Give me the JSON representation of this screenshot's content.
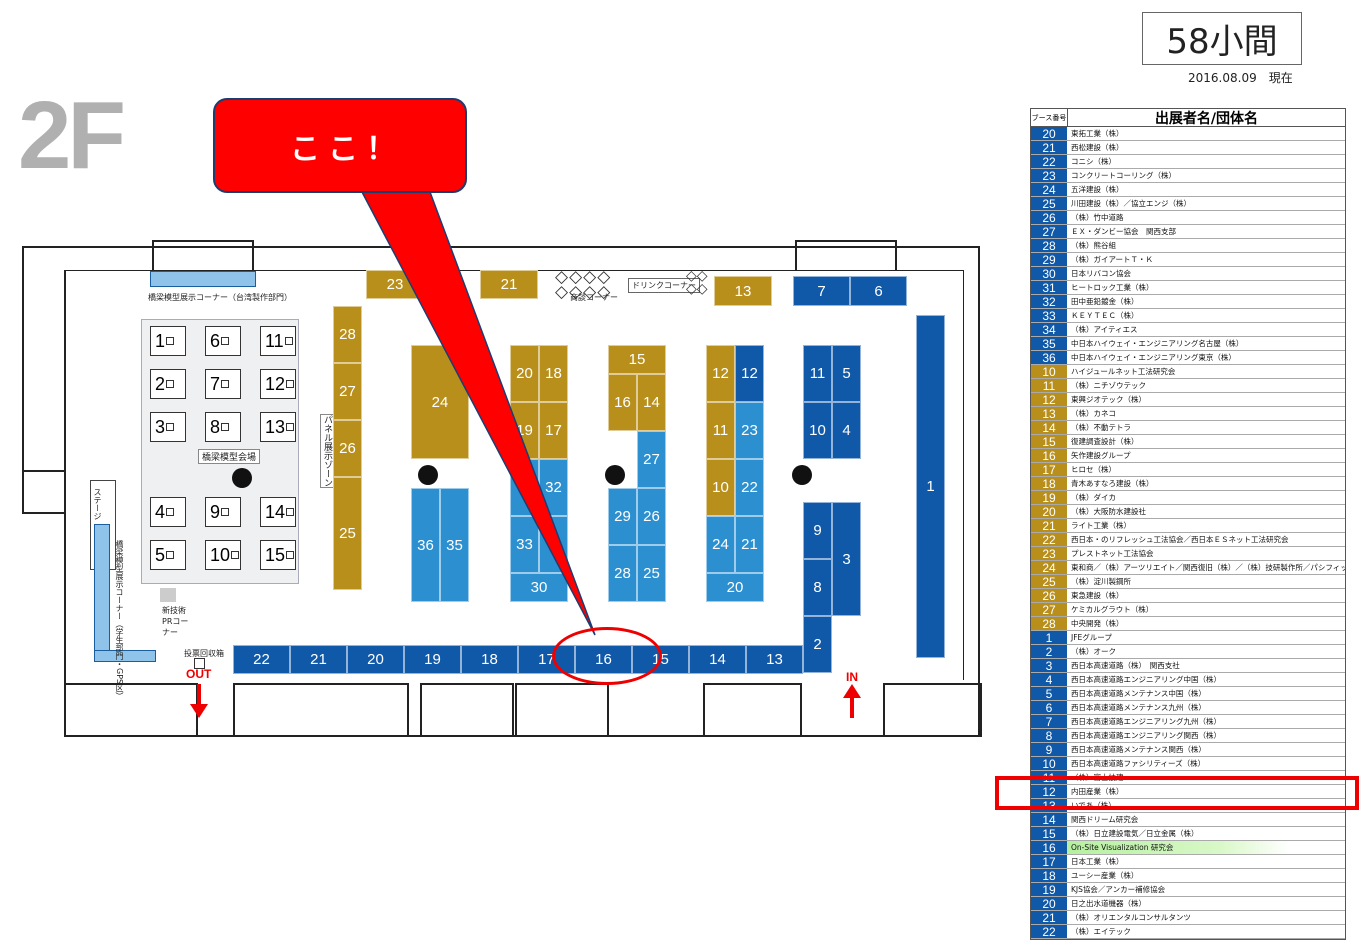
{
  "header": {
    "booth_count": "58小間",
    "date": "2016.08.09　現在",
    "floor": "2F"
  },
  "callout": {
    "text": "ここ！"
  },
  "zones": {
    "bridge_model_corner": "橋梁模型展示コーナー（台湾製作部門）",
    "bridge_venue": "橋梁模型会場",
    "panel_zone": "パネル展示ゾーン",
    "stage": "ステージ",
    "drink_corner": "ドリンクコーナー",
    "meeting_corner": "商談コーナー",
    "pr_corner": "新技術PRコーナー",
    "bridge_corner2": "橋梁模型展示コーナー（学生部門・GPS区）",
    "ballot": "投票回収箱",
    "out": "OUT",
    "in": "IN"
  },
  "exhibits": [
    "1",
    "6",
    "11",
    "2",
    "7",
    "12",
    "3",
    "8",
    "13",
    "4",
    "9",
    "14",
    "5",
    "10",
    "15"
  ],
  "booths": {
    "g23": "23",
    "g21": "21",
    "g13": "13",
    "b7": "7",
    "b6": "6",
    "g28": "28",
    "g27": "27",
    "g26": "26",
    "g25": "25",
    "g24": "24",
    "g20": "20",
    "g18": "18",
    "g19": "19",
    "g17": "17",
    "g15": "15",
    "g16": "16",
    "g14": "14",
    "g12": "12",
    "g11": "11",
    "g10": "10",
    "b12": "12",
    "b11": "11",
    "b5": "5",
    "b10": "10",
    "b4": "4",
    "b1": "1",
    "b23": "23",
    "b22": "22",
    "b21": "21",
    "b20": "20",
    "b24": "24",
    "b27": "27",
    "b26": "26",
    "b29": "29",
    "b28": "28",
    "b25": "25",
    "b32": "32",
    "b33": "33",
    "b30": "30",
    "b36": "36",
    "b35": "35",
    "b9": "9",
    "b8": "8",
    "b3": "3",
    "b2": "2",
    "r22": "22",
    "r21": "21",
    "r20": "20",
    "r19": "19",
    "r18": "18",
    "r17": "17",
    "r16": "16",
    "r15": "15",
    "r14": "14",
    "r13": "13"
  },
  "table": {
    "col_no": "ブース番号",
    "col_name": "出展者名/団体名",
    "rows": [
      {
        "n": "20",
        "c": "dblue",
        "t": "東拓工業（株）"
      },
      {
        "n": "21",
        "c": "dblue",
        "t": "西松建設（株）"
      },
      {
        "n": "22",
        "c": "dblue",
        "t": "コニシ（株）"
      },
      {
        "n": "23",
        "c": "dblue",
        "t": "コンクリートコーリング（株）"
      },
      {
        "n": "24",
        "c": "dblue",
        "t": "五洋建設（株）"
      },
      {
        "n": "25",
        "c": "dblue",
        "t": "川田建設（株）／協立エンジ（株）"
      },
      {
        "n": "26",
        "c": "dblue",
        "t": "（株）竹中道路"
      },
      {
        "n": "27",
        "c": "dblue",
        "t": "ＥＸ・ダンビー協会　関西支部"
      },
      {
        "n": "28",
        "c": "dblue",
        "t": "（株）熊谷組"
      },
      {
        "n": "29",
        "c": "dblue",
        "t": "（株）ガイアートＴ・Ｋ"
      },
      {
        "n": "30",
        "c": "dblue",
        "t": "日本リバコン協会"
      },
      {
        "n": "31",
        "c": "dblue",
        "t": "ヒートロック工業（株）"
      },
      {
        "n": "32",
        "c": "dblue",
        "t": "田中亜鉛鍍金（株）"
      },
      {
        "n": "33",
        "c": "dblue",
        "t": "ＫＥＹＴＥＣ（株）"
      },
      {
        "n": "34",
        "c": "dblue",
        "t": "（株）アイティエス"
      },
      {
        "n": "35",
        "c": "dblue",
        "t": "中日本ハイウェイ・エンジニアリング名古屋（株）"
      },
      {
        "n": "36",
        "c": "dblue",
        "t": "中日本ハイウェイ・エンジニアリング東京（株）"
      },
      {
        "n": "10",
        "c": "gold",
        "t": "ハイジュールネット工法研究会"
      },
      {
        "n": "11",
        "c": "gold",
        "t": "（株）ニチゾウテック"
      },
      {
        "n": "12",
        "c": "gold",
        "t": "東興ジオテック（株）"
      },
      {
        "n": "13",
        "c": "gold",
        "t": "（株）カネコ"
      },
      {
        "n": "14",
        "c": "gold",
        "t": "（株）不動テトラ"
      },
      {
        "n": "15",
        "c": "gold",
        "t": "復建調査設計（株）"
      },
      {
        "n": "16",
        "c": "gold",
        "t": "矢作建設グループ"
      },
      {
        "n": "17",
        "c": "gold",
        "t": "ヒロセ（株）"
      },
      {
        "n": "18",
        "c": "gold",
        "t": "青木あすなろ建設（株）"
      },
      {
        "n": "19",
        "c": "gold",
        "t": "（株）ダイカ"
      },
      {
        "n": "20",
        "c": "gold",
        "t": "（株）大阪防水建設社"
      },
      {
        "n": "21",
        "c": "gold",
        "t": "ライト工業（株）"
      },
      {
        "n": "22",
        "c": "gold",
        "t": "西日本・のリフレッシュ工法協会／西日本ＥＳネット工法研究会"
      },
      {
        "n": "23",
        "c": "gold",
        "t": "プレストネット工法協会"
      },
      {
        "n": "24",
        "c": "gold",
        "t": "東和商／（株）アーツリエイト／関西復旧（株）／（株）技研製作所／パシフィックソフトウェア開発（株）／（有）吉村ザンソー"
      },
      {
        "n": "25",
        "c": "gold",
        "t": "（株）淀川製鋼所"
      },
      {
        "n": "26",
        "c": "gold",
        "t": "東急建設（株）"
      },
      {
        "n": "27",
        "c": "gold",
        "t": "ケミカルグラウト（株）"
      },
      {
        "n": "28",
        "c": "gold",
        "t": "中央開発（株）"
      },
      {
        "n": "1",
        "c": "dblue",
        "t": "JFEグループ"
      },
      {
        "n": "2",
        "c": "dblue",
        "t": "（株）オーク"
      },
      {
        "n": "3",
        "c": "dblue",
        "t": "西日本高速道路（株）　関西支社"
      },
      {
        "n": "4",
        "c": "dblue",
        "t": "西日本高速道路エンジニアリング中国（株）"
      },
      {
        "n": "5",
        "c": "dblue",
        "t": "西日本高速道路メンテナンス中国（株）"
      },
      {
        "n": "6",
        "c": "dblue",
        "t": "西日本高速道路メンテナンス九州（株）"
      },
      {
        "n": "7",
        "c": "dblue",
        "t": "西日本高速道路エンジニアリング九州（株）"
      },
      {
        "n": "8",
        "c": "dblue",
        "t": "西日本高速道路エンジニアリング関西（株）"
      },
      {
        "n": "9",
        "c": "dblue",
        "t": "西日本高速道路メンテナンス関西（株）"
      },
      {
        "n": "10",
        "c": "dblue",
        "t": "西日本高速道路ファシリティーズ（株）"
      },
      {
        "n": "11",
        "c": "dblue",
        "t": "（株）富士技建"
      },
      {
        "n": "12",
        "c": "dblue",
        "t": "内田産業（株）"
      },
      {
        "n": "13",
        "c": "dblue",
        "t": "いであ（株）"
      },
      {
        "n": "14",
        "c": "dblue",
        "t": "関西ドリーム研究会"
      },
      {
        "n": "15",
        "c": "dblue",
        "t": "（株）日立建設電気／日立金属（株）"
      },
      {
        "n": "16",
        "c": "dblue",
        "t": "On-Site Visualization 研究会",
        "hl": true
      },
      {
        "n": "17",
        "c": "dblue",
        "t": "日本工業（株）"
      },
      {
        "n": "18",
        "c": "dblue",
        "t": "ユーシー産業（株）"
      },
      {
        "n": "19",
        "c": "dblue",
        "t": "KJS協会／アンカー補修協会"
      },
      {
        "n": "20",
        "c": "dblue",
        "t": "日之出水道機器（株）"
      },
      {
        "n": "21",
        "c": "dblue",
        "t": "（株）オリエンタルコンサルタンツ"
      },
      {
        "n": "22",
        "c": "dblue",
        "t": "（株）エイテック"
      }
    ]
  }
}
